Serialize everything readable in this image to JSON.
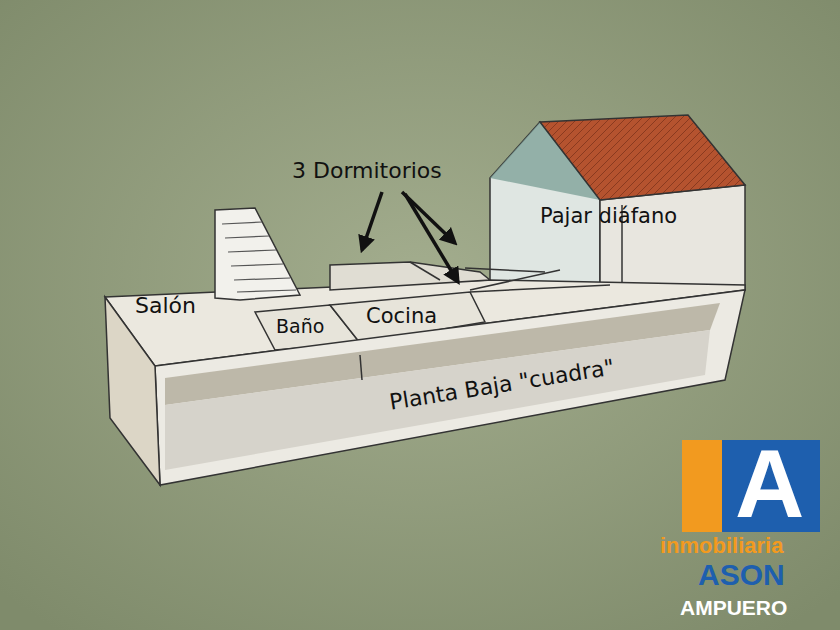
{
  "diagram": {
    "labels": [
      "3 Dormitorios",
      "Pajar diáfano",
      "Salón",
      "Baño",
      "Cocina",
      "Planta Baja \"cuadra\"",
      "A",
      "inmobiliaria",
      "ASON",
      "AMPUERO"
    ]
  }
}
